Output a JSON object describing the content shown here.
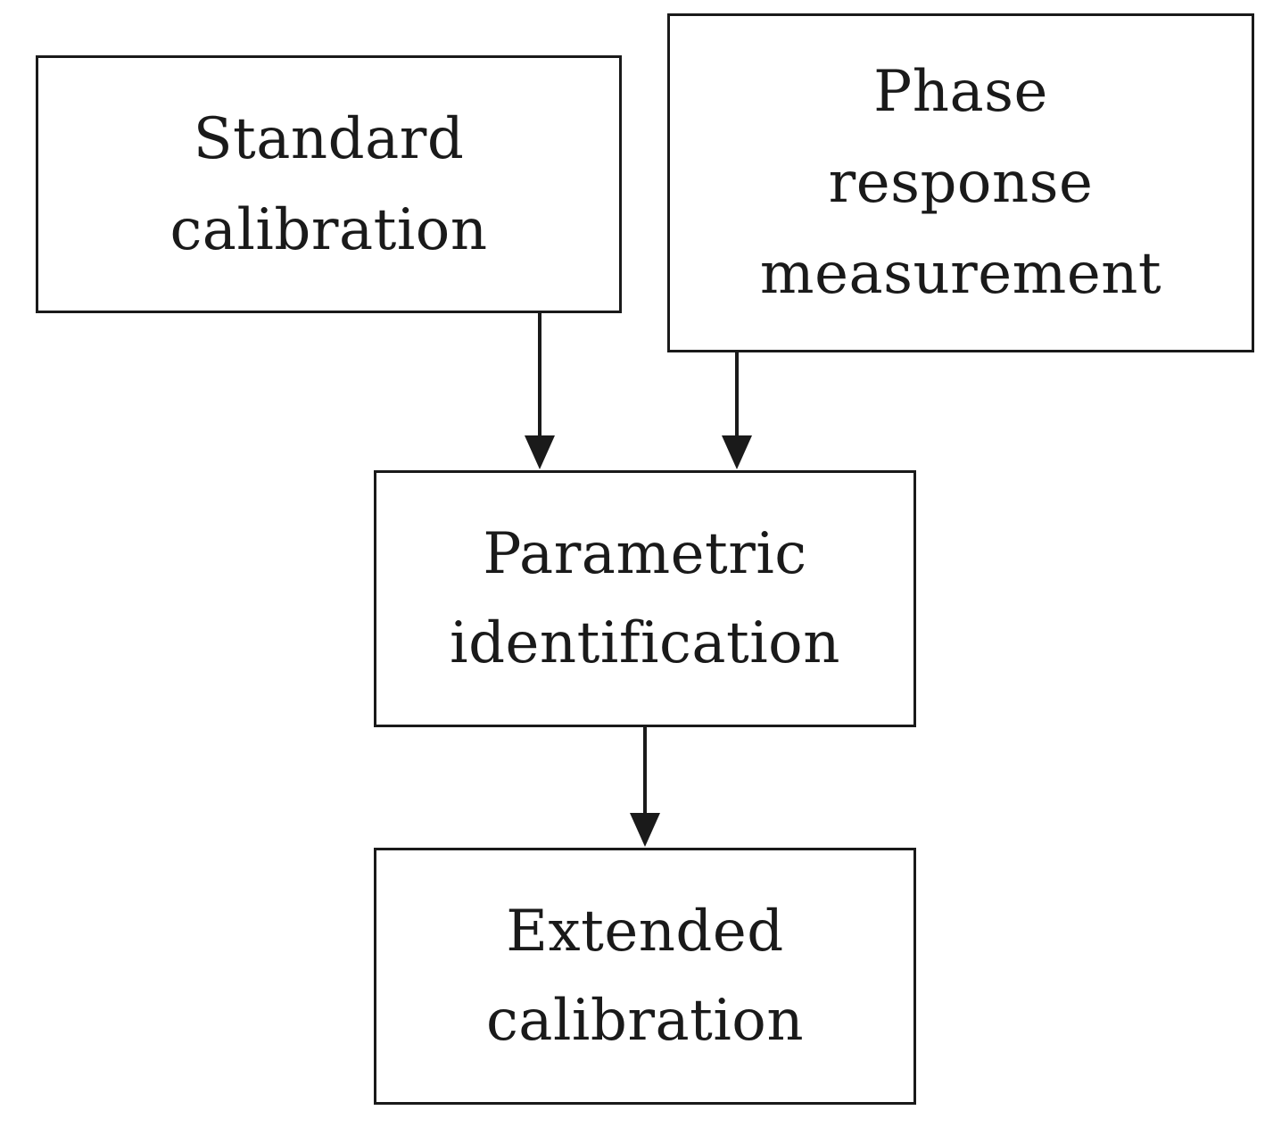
{
  "nodes": {
    "standard_calibration": {
      "lines": [
        "Standard",
        "calibration"
      ]
    },
    "phase_response_measurement": {
      "lines": [
        "Phase",
        "response",
        "measurement"
      ]
    },
    "parametric_identification": {
      "lines": [
        "Parametric",
        "identification"
      ]
    },
    "extended_calibration": {
      "lines": [
        "Extended",
        "calibration"
      ]
    }
  },
  "edges": [
    {
      "from": "standard_calibration",
      "to": "parametric_identification"
    },
    {
      "from": "phase_response_measurement",
      "to": "parametric_identification"
    },
    {
      "from": "parametric_identification",
      "to": "extended_calibration"
    }
  ],
  "colors": {
    "stroke": "#1a1a1a",
    "background": "#ffffff"
  }
}
